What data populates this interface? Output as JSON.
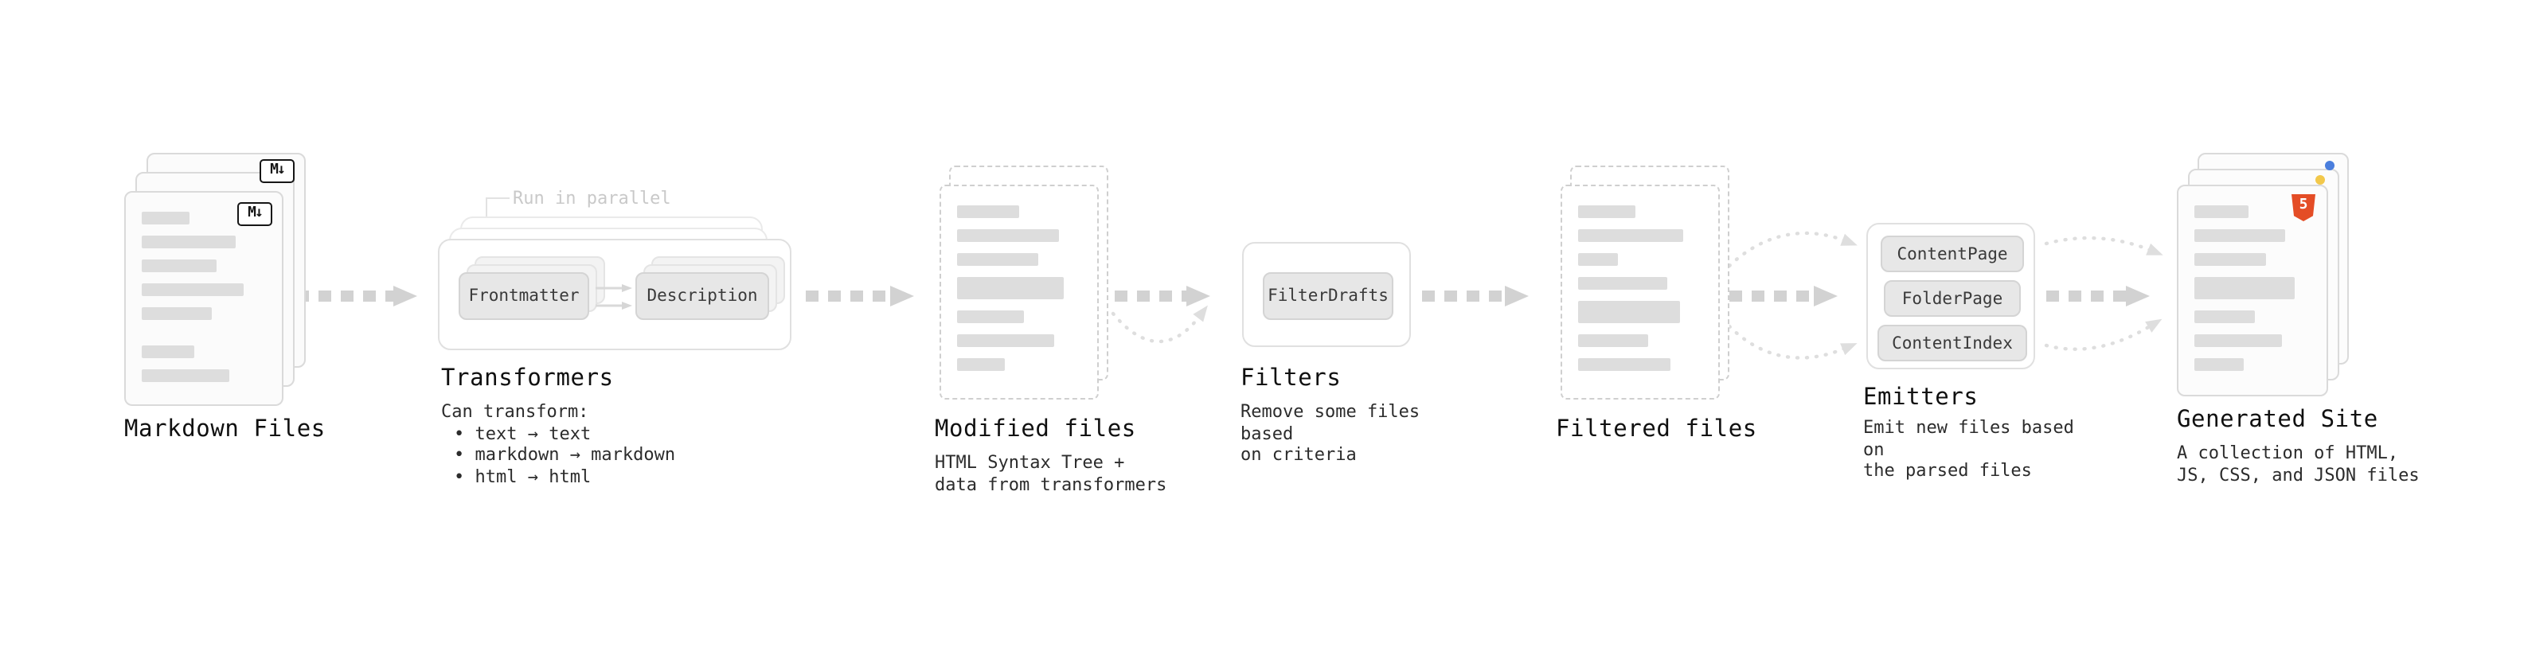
{
  "pipeline": {
    "markdown_files": {
      "title": "Markdown Files",
      "badge": "M↓"
    },
    "transformers": {
      "run_in_parallel": "Run in parallel",
      "box_frontmatter": "Frontmatter",
      "box_description": "Description",
      "title": "Transformers",
      "desc_heading": "Can transform:",
      "desc_items": [
        "• text → text",
        "• markdown → markdown",
        "• html → html"
      ]
    },
    "modified_files": {
      "title": "Modified files",
      "subtitle": "HTML Syntax Tree +\ndata from transformers"
    },
    "filters": {
      "box_filterdrafts": "FilterDrafts",
      "title": "Filters",
      "subtitle": "Remove some files based\non criteria"
    },
    "filtered_files": {
      "title": "Filtered files"
    },
    "emitters": {
      "boxes": [
        "ContentPage",
        "FolderPage",
        "ContentIndex"
      ],
      "title": "Emitters",
      "subtitle": "Emit new files based on\nthe parsed files"
    },
    "generated_site": {
      "title": "Generated Site",
      "subtitle": "A collection of HTML,\nJS, CSS, and JSON files",
      "html5_badge": "5"
    }
  },
  "colors": {
    "arrow_thick": "#d2d2d2",
    "arrow_dotted": "#dedede",
    "card_border": "#dadada",
    "content_bar": "#dddddd",
    "chip_bg": "#e7e7e7",
    "html5_orange": "#e44d26",
    "favicon_blue": "#4a7edd",
    "favicon_yellow": "#f2c84b",
    "title_text": "#101010",
    "muted_text": "#c9c9c9"
  }
}
